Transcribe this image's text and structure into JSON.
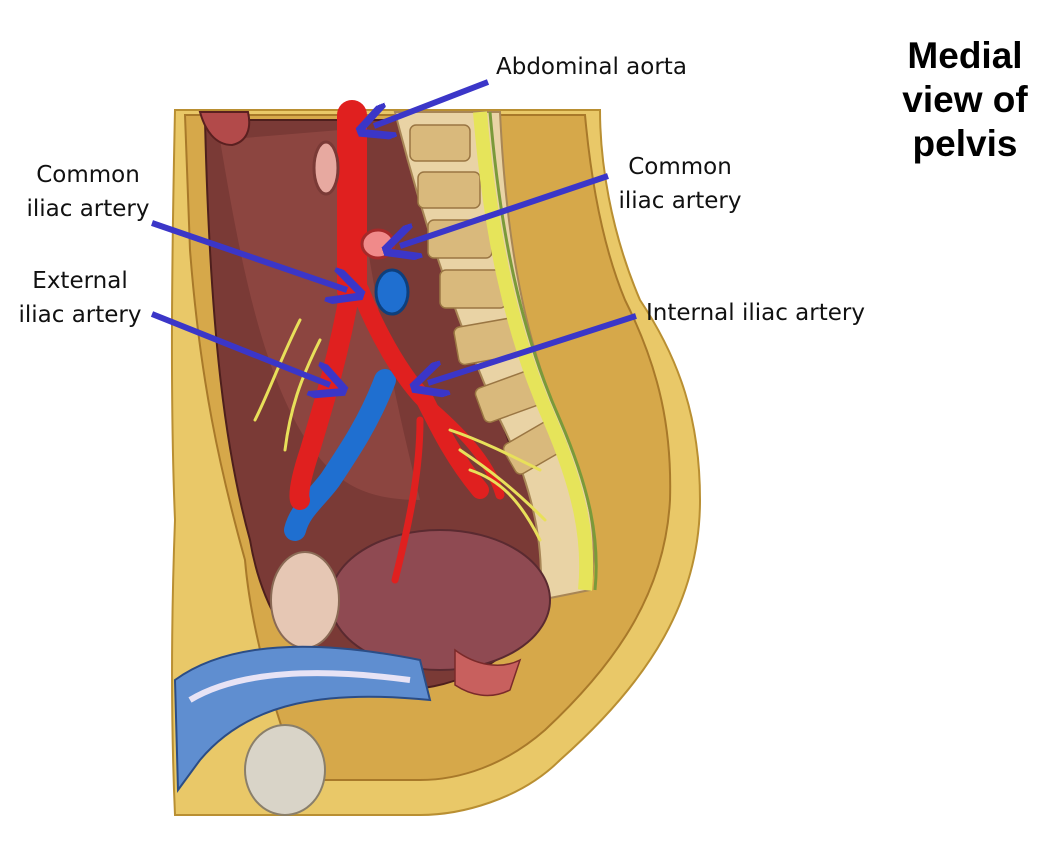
{
  "title": {
    "line1": "Medial",
    "line2": "view of",
    "line3": "pelvis"
  },
  "labels": {
    "abdominal_aorta": "Abdominal aorta",
    "common_iliac_left": [
      "Common",
      "iliac artery"
    ],
    "common_iliac_right": [
      "Common",
      "iliac artery"
    ],
    "external_iliac": [
      "External",
      "iliac artery"
    ],
    "internal_iliac": "Internal iliac artery"
  },
  "colors": {
    "arrow": "#3b36c8",
    "artery": "#e0201f",
    "vein": "#1f6fd0",
    "fat": "#e8c86a",
    "spine": "#e9d3a5"
  },
  "illustration": "pelvis-illustration"
}
